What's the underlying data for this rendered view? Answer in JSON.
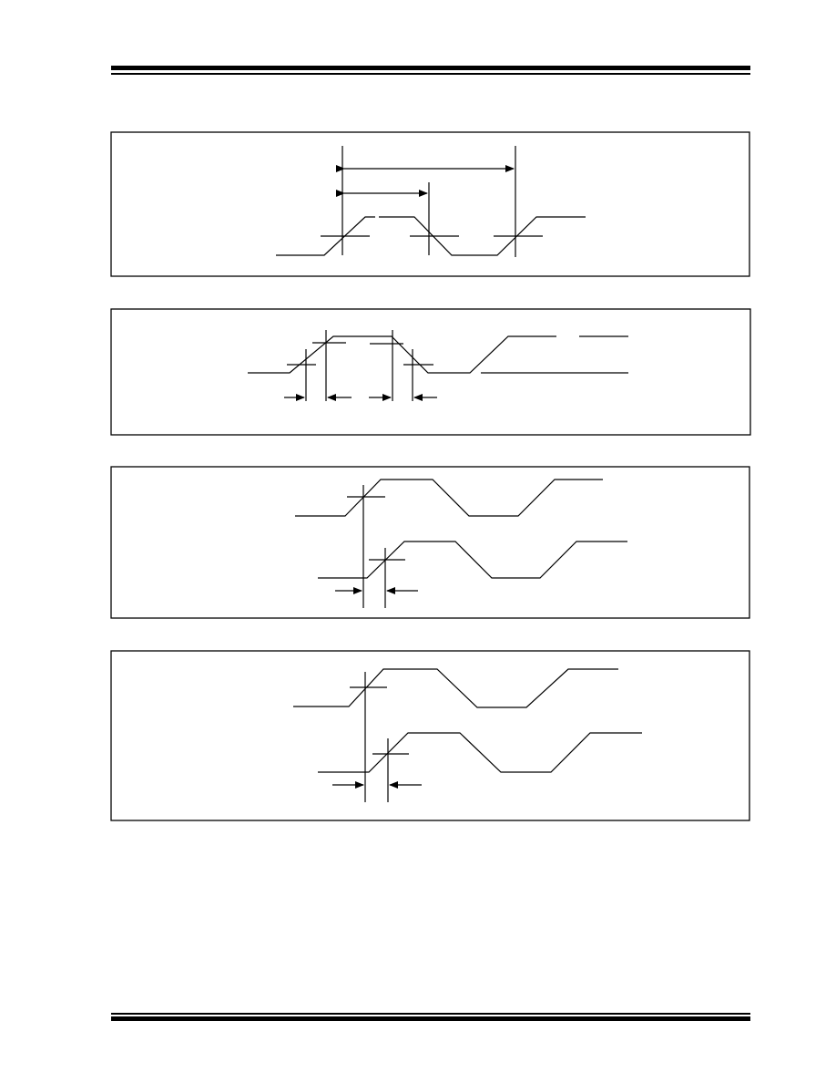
{
  "page": {
    "description_free": true
  },
  "colors": {
    "ink": "#000000",
    "background": "#ffffff"
  },
  "figures": [
    {
      "id": "period-diagram",
      "labels": []
    },
    {
      "id": "rise-fall-diagram",
      "labels": []
    },
    {
      "id": "skew-diagram-a",
      "labels": []
    },
    {
      "id": "skew-diagram-b",
      "labels": []
    }
  ]
}
